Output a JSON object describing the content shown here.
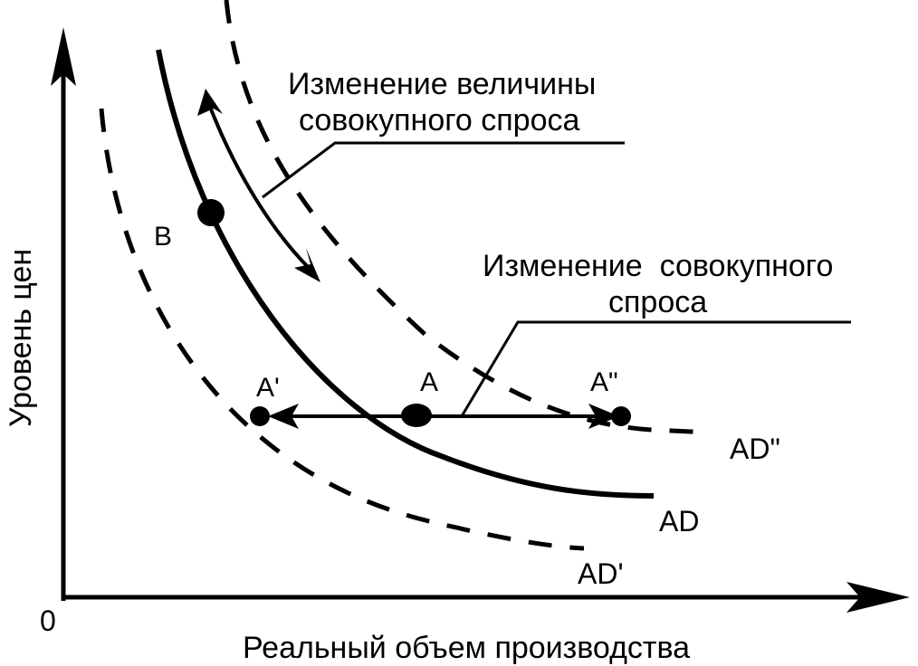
{
  "axes": {
    "y_label": "Уровень цен",
    "x_label": "Реальный объем производства",
    "origin_label": "0"
  },
  "annotations": {
    "quantity_change_line1": "Изменение величины",
    "quantity_change_line2": "совокупного спроса",
    "demand_change_line1": "Изменение  совокупного",
    "demand_change_line2": "спроса"
  },
  "points": {
    "a": "A",
    "a_prime": "A'",
    "a_double_prime": "A\"",
    "b": "B"
  },
  "curves": {
    "ad": "AD",
    "ad_prime": "AD'",
    "ad_double_prime": "AD\""
  },
  "colors": {
    "ink": "#000000",
    "paper": "#ffffff"
  }
}
